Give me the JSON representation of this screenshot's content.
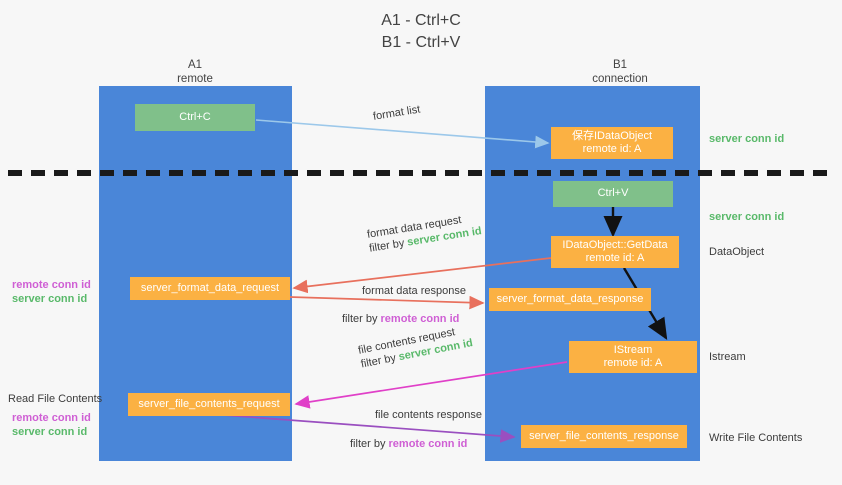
{
  "title": {
    "line1": "A1 - Ctrl+C",
    "line2": "B1 - Ctrl+V"
  },
  "lanes": [
    {
      "id": "a1",
      "title": "A1",
      "subtitle": "remote",
      "color": "#4a86d8"
    },
    {
      "id": "b1",
      "title": "B1",
      "subtitle": "connection",
      "color": "#4a86d8"
    }
  ],
  "nodes": {
    "ctrl_c": {
      "line1": "Ctrl+C",
      "line2": "",
      "color": "#80c08a"
    },
    "idataobject_save": {
      "line1": "保存IDataObject",
      "line2": "remote id: A",
      "color": "#fbb143"
    },
    "ctrl_v": {
      "line1": "Ctrl+V",
      "line2": "",
      "color": "#80c08a"
    },
    "getdata": {
      "line1": "IDataObject::GetData",
      "line2": "remote id: A",
      "color": "#fbb143"
    },
    "format_data_request": {
      "line1": "server_format_data_request",
      "line2": "",
      "color": "#fbb143"
    },
    "format_data_response": {
      "line1": "server_format_data_response",
      "line2": "",
      "color": "#fbb143"
    },
    "istream": {
      "line1": "IStream",
      "line2": "remote id: A",
      "color": "#fbb143"
    },
    "file_contents_request": {
      "line1": "server_file_contents_request",
      "line2": "",
      "color": "#fbb143"
    },
    "file_contents_response": {
      "line1": "server_file_contents_response",
      "line2": "",
      "color": "#fbb143"
    }
  },
  "edge_labels": {
    "format_list": "format list",
    "format_data_request": {
      "line1": "format data request",
      "prefix": "filter by ",
      "key": "server conn id"
    },
    "format_data_response": {
      "line1": "format data response",
      "prefix": "filter by ",
      "key": "remote conn id"
    },
    "file_contents_request": {
      "line1": "file contents request",
      "prefix": "filter by ",
      "key": "server conn id"
    },
    "file_contents_response": {
      "line1": "file contents response",
      "prefix": "filter by ",
      "key": "remote conn id"
    }
  },
  "right_notes": {
    "server_conn_id_top": "server conn id",
    "server_conn_id_mid": "server conn id",
    "dataobject": "DataObject",
    "istream": "Istream",
    "write_file_contents": "Write File Contents"
  },
  "left_notes": {
    "remote_conn_id_1": "remote conn id",
    "server_conn_id_1": "server conn id",
    "read_file_contents": "Read File Contents",
    "remote_conn_id_2": "remote conn id",
    "server_conn_id_2": "server conn id"
  },
  "colors": {
    "lane": "#4a86d8",
    "green_node": "#80c08a",
    "orange_node": "#fbb143",
    "green_text": "#59b96a",
    "magenta_text": "#cf5fd4",
    "arrow_light_blue": "#9cc8ea",
    "arrow_red": "#e8705d",
    "arrow_magenta": "#e040c8",
    "arrow_purple": "#9a4fc0",
    "arrow_black": "#111111",
    "divider": "#1a1a1a",
    "background": "#f7f7f7"
  }
}
